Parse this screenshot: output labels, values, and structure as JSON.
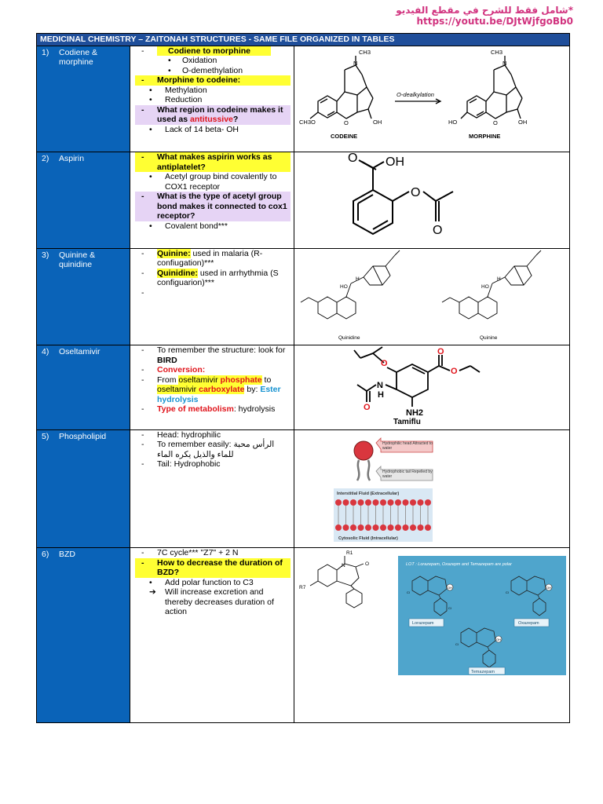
{
  "header": {
    "arabic_note": "*شامل فقط للشرح في مقطع الفيديو",
    "link": "https://youtu.be/DJtWjfgoBb0"
  },
  "table_title": "MEDICINAL CHEMISTRY – ZAITONAH STRUCTURES - SAME FILE ORGANIZED IN TABLES",
  "rows": [
    {
      "num": "1)",
      "name": "Codiene & morphine",
      "lines": [
        {
          "mk": "-",
          "text": "Codiene to morphine"
        },
        {
          "mk": "•",
          "text": "Oxidation"
        },
        {
          "mk": "•",
          "text": "O-demethylation"
        },
        {
          "mk": "-",
          "text": "Morphine to codeine:"
        },
        {
          "mk": "•",
          "text": "Methylation"
        },
        {
          "mk": "•",
          "text": "Reduction"
        },
        {
          "mk": "-",
          "text_a": "What region in codeine makes it used as ",
          "text_b": "antitussive",
          "text_c": "?"
        },
        {
          "mk": "•",
          "text": "Lack of 14 beta- OH"
        }
      ],
      "figure": {
        "ch3_top1": "CH3",
        "ch3_top2": "CH3",
        "reaction": "O-dealkylation",
        "ch3o": "CH3O",
        "oh1": "OH",
        "ho": "HO",
        "oh2": "OH",
        "o1": "O",
        "o2": "O",
        "n1": "N",
        "n2": "N",
        "label_left": "CODEINE",
        "label_right": "MORPHINE"
      }
    },
    {
      "num": "2)",
      "name": "Aspirin",
      "lines": [
        {
          "mk": "-",
          "text": "What makes aspirin works as antiplatelet?"
        },
        {
          "mk": "•",
          "text": "Acetyl group bind covalently to COX1 receptor"
        },
        {
          "mk": "-",
          "text": "What is the type of acetyl group bond makes it connected to cox1 receptor?"
        },
        {
          "mk": "•",
          "text": "Covalent bond***"
        }
      ],
      "figure": {
        "o_top": "O",
        "oh": "OH",
        "o_mid": "O",
        "o_bottom": "O"
      }
    },
    {
      "num": "3)",
      "name": "Quinine & quinidine",
      "lines": [
        {
          "mk": "-",
          "label": "Quinine:",
          "text": " used in malaria (R-confiugation)***"
        },
        {
          "mk": "-",
          "label": "Quinidine:",
          "text": " used in arrhythmia (S configuarion)***"
        },
        {
          "mk": "-",
          "text": ""
        }
      ],
      "figure": {
        "label_left": "Quinidine",
        "label_right": "Quinine",
        "h": "H",
        "ho": "HO"
      }
    },
    {
      "num": "4)",
      "name": "Oseltamivir",
      "lines": [
        {
          "mk": "-",
          "text_a": "To remember the structure: look for ",
          "text_b": "BIRD"
        },
        {
          "mk": "-",
          "text": "Conversion:"
        },
        {
          "mk": "-",
          "text_a": "From ",
          "text_b": "oseltamivir ",
          "text_c": "phosphate",
          "text_d": " to ",
          "text_e": "oseltamivir ",
          "text_f": "carboxylate",
          "text_g": " by:",
          "text_h": "Ester hydrolysis"
        },
        {
          "mk": "-",
          "text_a": "Type of metabolism",
          "text_b": ": hydrolysis"
        }
      ],
      "figure": {
        "label": "Tamiflu",
        "o": "O",
        "n": "N",
        "h": "H",
        "nh2": "NH2"
      }
    },
    {
      "num": "5)",
      "name": "Phospholipid",
      "lines": [
        {
          "mk": "-",
          "text": "Head: hydrophilic"
        },
        {
          "mk": "-",
          "text": "To remember easily: الرأس محبة للماء والذيل يكره الماء"
        },
        {
          "mk": "-",
          "text": "Tail: Hydrophobic"
        }
      ],
      "figure": {
        "head_label": "Hydrophilic head Attracted to water",
        "tail_label": "Hydrophobic tail Repelled by water",
        "top_label": "Interstitial Fluid (Extracellular)",
        "bottom_label": "Cytosolic Fluid (Intracellular)"
      }
    },
    {
      "num": "6)",
      "name": "BZD",
      "lines": [
        {
          "mk": "-",
          "text": "7C cycle*** \"Z7\" + 2 N"
        },
        {
          "mk": "-",
          "text": "How to decrease the duration of BZD?"
        },
        {
          "mk": "•",
          "text": "Add polar function to C3"
        },
        {
          "mk": "➔",
          "text": "Will increase excretion and thereby decreases duration of action"
        }
      ],
      "figure": {
        "panel_title": "LOT : Lorazepam, Oxazepm and Temazepam are polar",
        "lorazepam": "Lorazepam",
        "oxazepam": "Oxazepam",
        "temazepam": "Temazepam",
        "r1": "R1",
        "r7": "R7",
        "n": "N",
        "o": "O",
        "oh": "OH",
        "cl": "Cl"
      }
    }
  ]
}
